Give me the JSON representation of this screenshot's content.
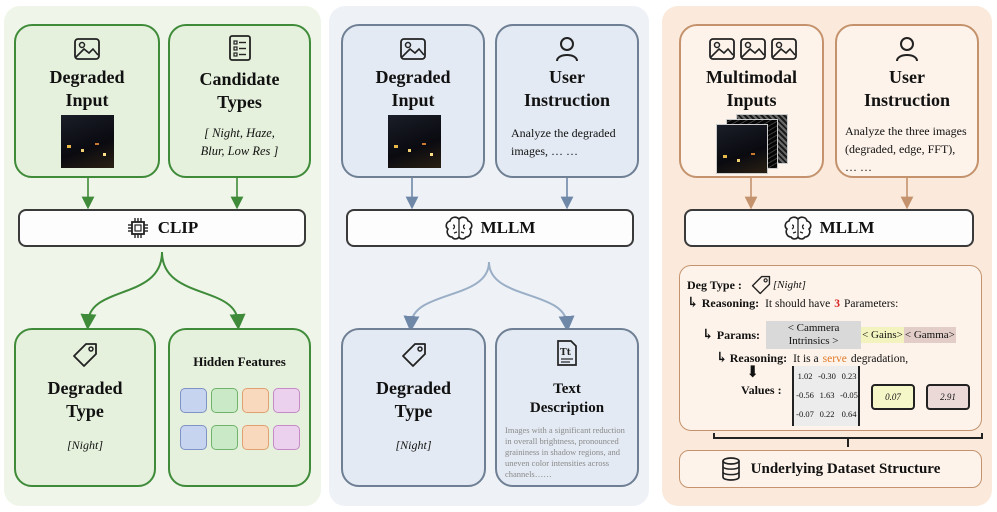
{
  "colors": {
    "left_panel": "#eff6e9",
    "left_card": "#e5f1dc",
    "left_border": "#3f8b3a",
    "mid_panel": "#eef2f7",
    "mid_card": "#e3eaf3",
    "mid_border": "#6f7f94",
    "right_panel": "#fbeadb",
    "right_card": "#fdf3ea",
    "right_border": "#c4936e",
    "red_number": "#d62222",
    "serve_word": "#e07a2a"
  },
  "left": {
    "degraded_input": "Degraded Input",
    "candidate_types": "Candidate Types",
    "candidate_list": "[ Night, Haze, Blur, Low Res ]",
    "clip": "CLIP",
    "degraded_type": "Degraded Type",
    "night": "[Night]",
    "hidden_features": "Hidden Features",
    "feature_colors": [
      "#c6d4ef",
      "#c9e9c7",
      "#f8d9bd",
      "#ecd1ee",
      "#c6d4ef",
      "#c9e9c7",
      "#f8d9bd",
      "#ecd1ee"
    ]
  },
  "middle": {
    "degraded_input": "Degraded Input",
    "user_instruction": "User Instruction",
    "instruction_text": "Analyze the degraded images, … …",
    "mllm": "MLLM",
    "degraded_type": "Degraded Type",
    "night": "[Night]",
    "text_description": "Text Description",
    "description_body": "Images with a significant reduction in overall brightness, pronounced graininess in shadow regions, and uneven color intensities across channels……"
  },
  "right": {
    "multimodal_inputs": "Multimodal Inputs",
    "user_instruction": "User Instruction",
    "instruction_text": "Analyze the three images (degraded, edge, FFT), … …",
    "mllm": "MLLM",
    "deg_type_label": "Deg Type :",
    "deg_type_value": "[Night]",
    "reasoning_label": "Reasoning:",
    "reasoning_text_pre": "It should have",
    "reasoning_number": "3",
    "reasoning_text_post": "Parameters:",
    "params_label": "Params:",
    "param_1": "< Cammera Intrinsics >",
    "param_2": "< Gains>",
    "param_3": "< Gamma>",
    "reasoning2_label": "Reasoning:",
    "reasoning2_pre": "It is a",
    "reasoning2_word": "serve",
    "reasoning2_post": "degradation,",
    "values_label": "Values :",
    "matrix": [
      "1.02",
      "-0.30",
      "0.23",
      "-0.56",
      "1.63",
      "-0.05",
      "-0.07",
      "0.22",
      "0.64"
    ],
    "gain_value": "0.07",
    "gamma_value": "2.91",
    "dataset_structure": "Underlying Dataset Structure"
  }
}
